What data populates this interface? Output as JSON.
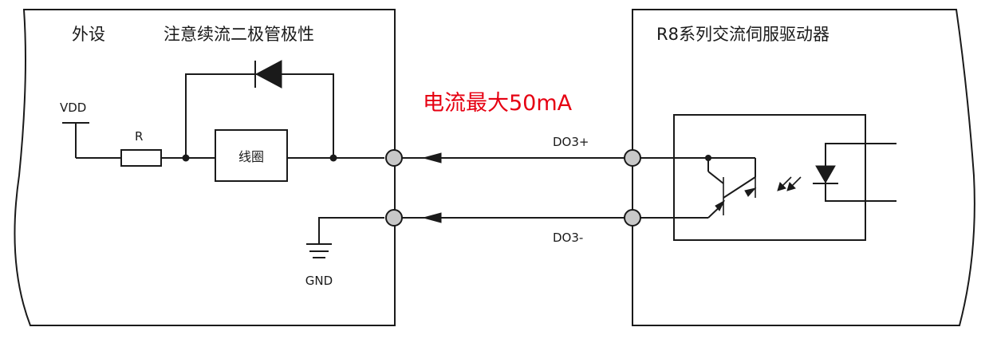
{
  "peripheral": {
    "title": "外设",
    "note": "注意续流二极管极性",
    "vdd_label": "VDD",
    "resistor_label": "R",
    "coil_label": "线圈",
    "gnd_label": "GND"
  },
  "current_note": "电流最大50mA",
  "signals": {
    "plus": "DO3+",
    "minus": "DO3-"
  },
  "driver": {
    "title": "R8系列交流伺服驱动器"
  },
  "colors": {
    "current_note": "#e60012",
    "terminal_fill": "#c8c8c8",
    "line": "#1a1a1a"
  }
}
